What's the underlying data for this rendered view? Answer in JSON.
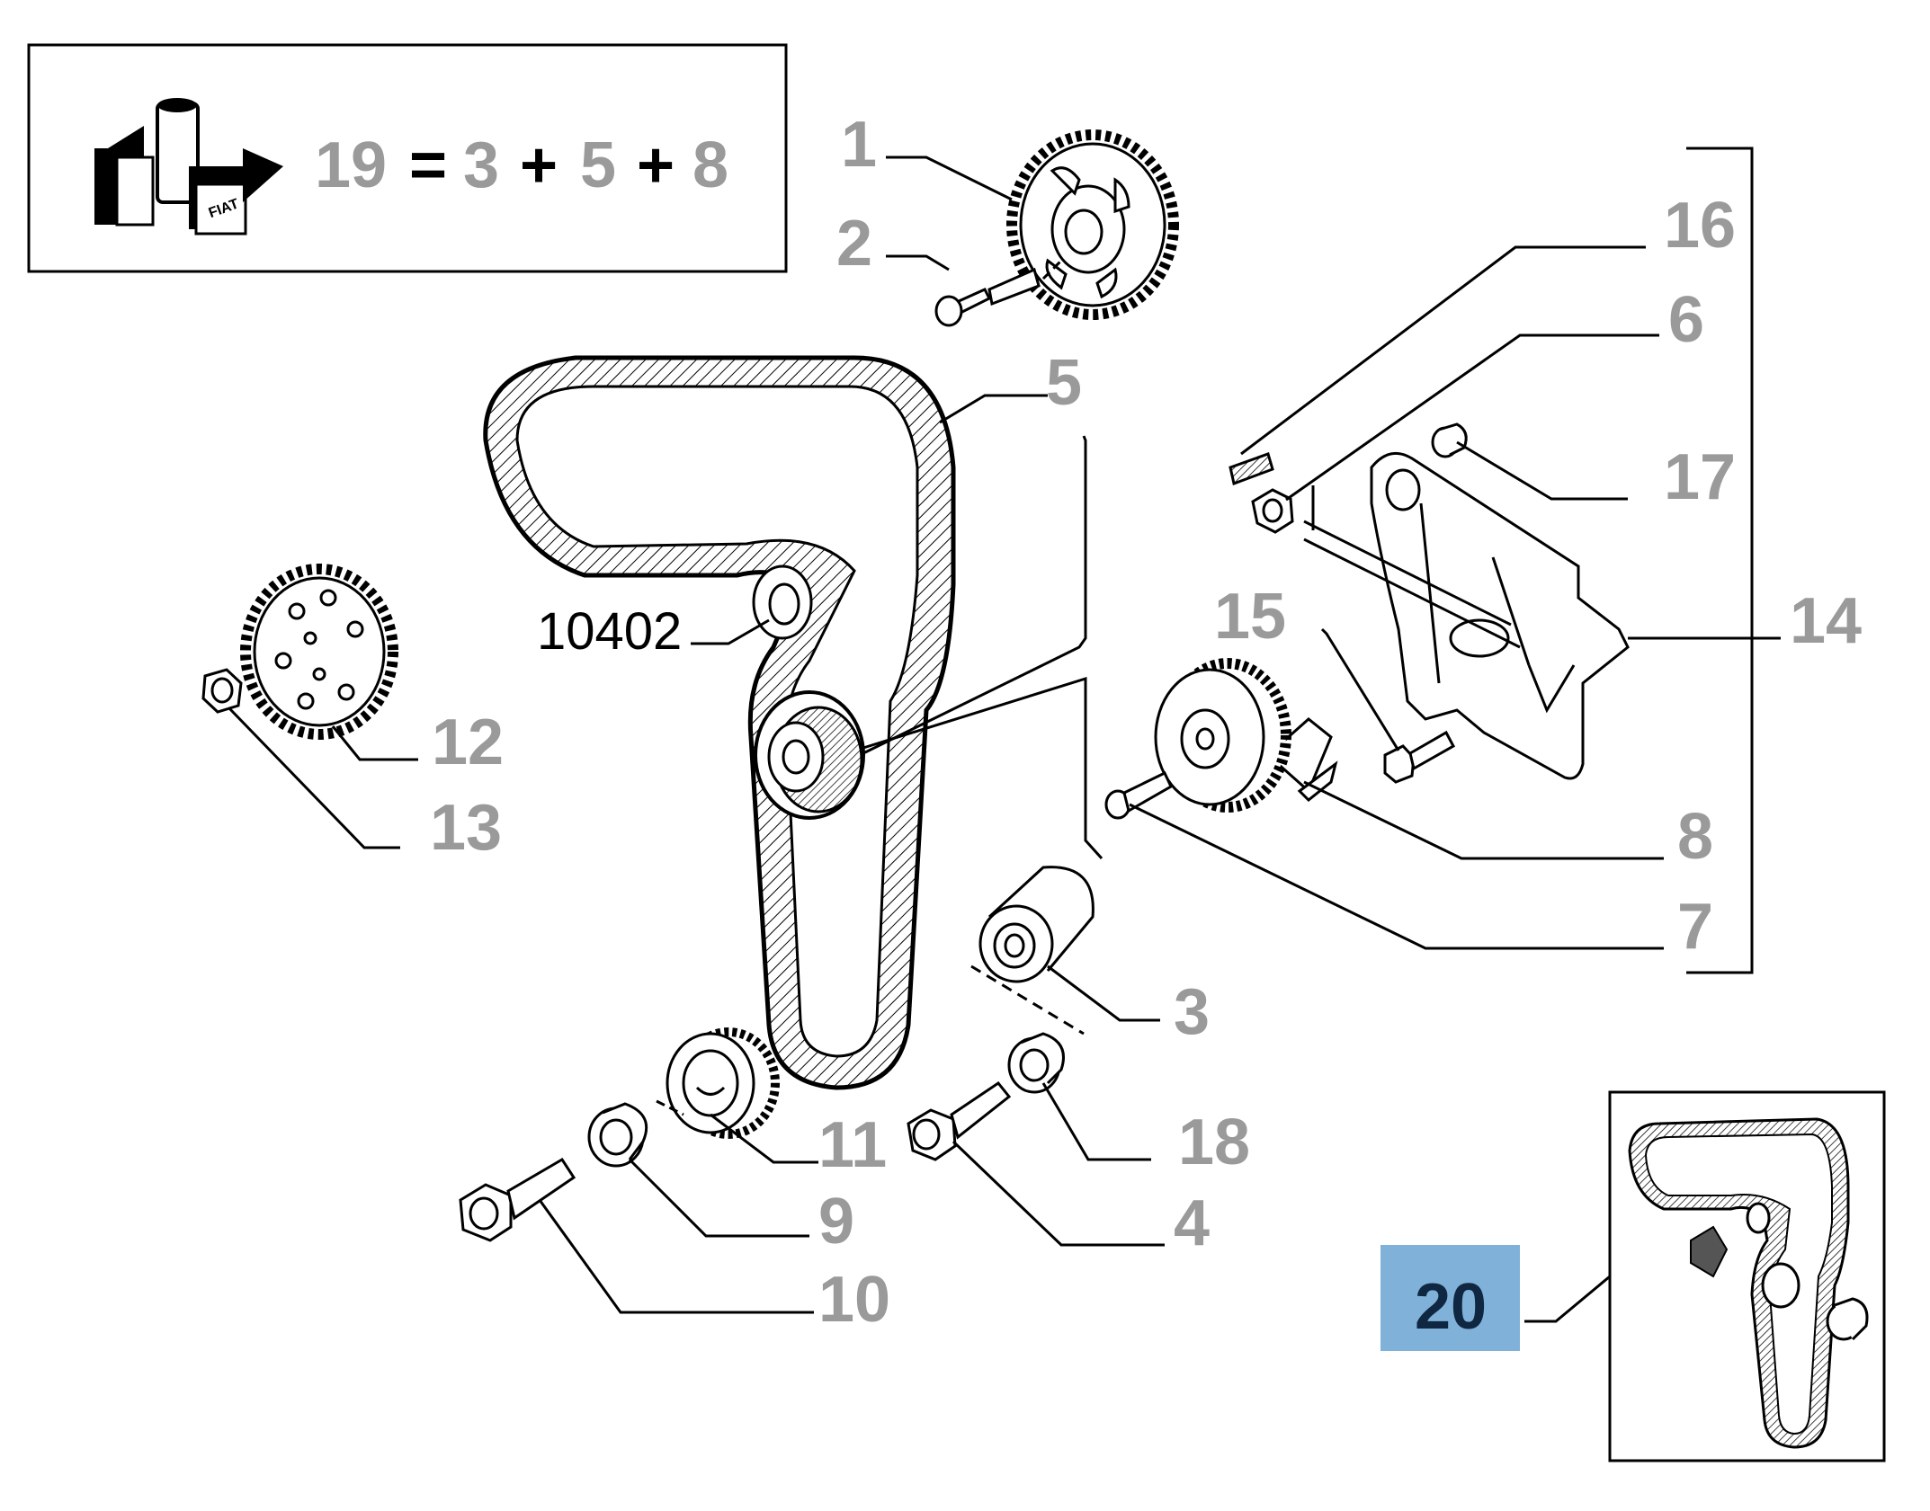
{
  "kit_formula": {
    "kit": "19",
    "equals": "=",
    "parts": [
      "3",
      "5",
      "8"
    ],
    "plus": "+"
  },
  "callouts": {
    "c1": "1",
    "c2": "2",
    "c3": "3",
    "c4": "4",
    "c5": "5",
    "c6": "6",
    "c7": "7",
    "c8": "8",
    "c9": "9",
    "c10": "10",
    "c11": "11",
    "c12": "12",
    "c13": "13",
    "c14": "14",
    "c15": "15",
    "c16": "16",
    "c17": "17",
    "c18": "18"
  },
  "belt_reference": "10402",
  "kit_callout": "20",
  "colors": {
    "callout_gray": "#9a9a9a",
    "highlight_box": "#7fb1d9",
    "highlight_text": "#0f2740"
  },
  "icons": [
    "kit-box-icon"
  ]
}
